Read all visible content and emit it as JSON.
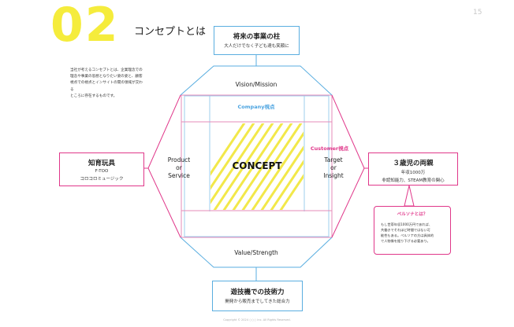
{
  "header": {
    "number": "02",
    "title": "コンセプトとは",
    "page_number": "15"
  },
  "intro": "当社が考えるコンセプトとは、企業理念での\n理念や事業の思想となりたい姿の姿と、顧客\n視点での視点とインサイトの間の領域が交わる\nところに存在するものです。",
  "top_box": {
    "title": "将来の事業の柱",
    "subtitle": "大人だけでなく子ども達も笑顔に"
  },
  "bottom_box": {
    "title": "遊技機での技術力",
    "subtitle": "開発から販売までしてきた総合力"
  },
  "left_box": {
    "title": "知育玩具",
    "line2": "F-TOO",
    "line3": "コロコロミュージック"
  },
  "right_box": {
    "title": "３歳児の両親",
    "line2": "年収1000万",
    "line3": "非認知能力、STEAM教育の関心"
  },
  "diagram": {
    "vision": "Vision/Mission",
    "value": "Value/Strength",
    "left_label": "Product\nor\nService",
    "right_label": "Target\nor\nInsight",
    "company": "Company視点",
    "customer": "Customer視点",
    "concept": "CONCEPT"
  },
  "note": {
    "title": "ペルソナとは？",
    "text": "もし世帯年収1000万円であれば、\n共働きでそれほど時間ではない可\n能性もある。ペルソナの方は具体的\nで人物像を掘り下げる必要あり。"
  },
  "footer": "Copyright © 2024 ○○○ Inc. All Rights Reserved.",
  "colors": {
    "yellow": "#f5ec3c",
    "blue": "#5aaee0",
    "pink": "#e0378a",
    "hatch": "#f2e84a"
  }
}
